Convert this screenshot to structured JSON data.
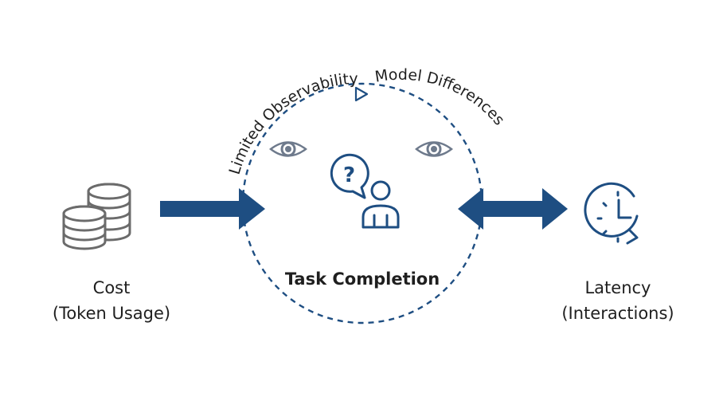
{
  "diagram": {
    "colors": {
      "accent": "#1e4e82",
      "icon_gray": "#6b6b6b",
      "eye_gray": "#6e7a8c",
      "text": "#1f1f1f"
    },
    "cost": {
      "line1": "Cost",
      "line2": "(Token Usage)",
      "icon": "coin-stack-icon"
    },
    "center": {
      "label": "Task Completion",
      "icon": "person-question-icon"
    },
    "latency": {
      "line1": "Latency",
      "line2": "(Interactions)",
      "icon": "clock-icon"
    },
    "arc_labels": {
      "left": "Limited Observability",
      "right": "Model Differences"
    },
    "eye_icons": [
      "eye-icon",
      "eye-icon"
    ]
  }
}
